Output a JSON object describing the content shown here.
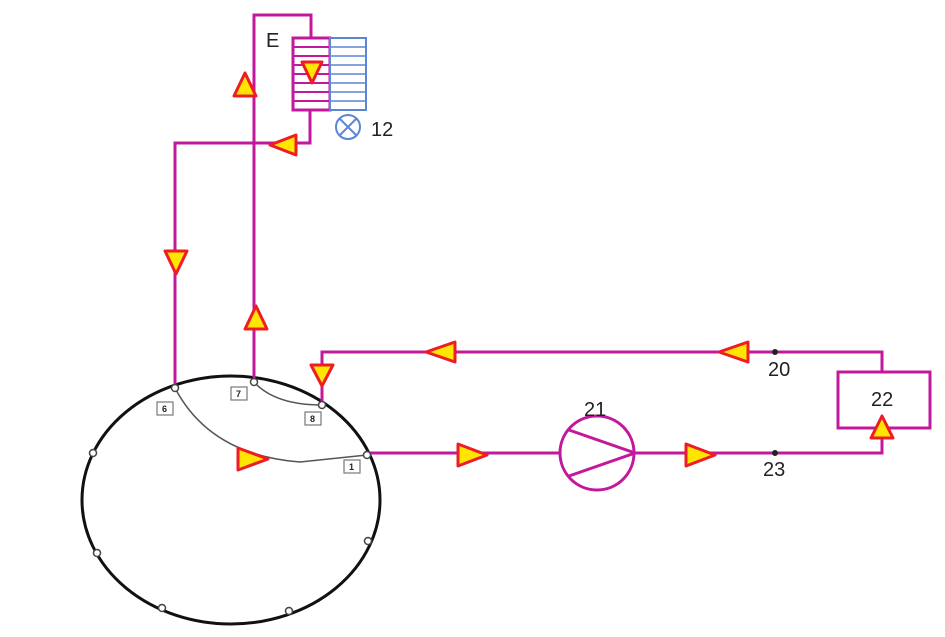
{
  "labels": {
    "exchanger": "E",
    "valve": "12",
    "sensor_top": "20",
    "pump": "21",
    "load": "22",
    "sensor_bottom": "23"
  },
  "ports": [
    "6",
    "7",
    "8",
    "1"
  ],
  "colors": {
    "pipe": "#c2189c",
    "secondary": "#5b86d6",
    "arrow_fill": "#ffe600",
    "arrow_stroke": "#ee1c25"
  }
}
